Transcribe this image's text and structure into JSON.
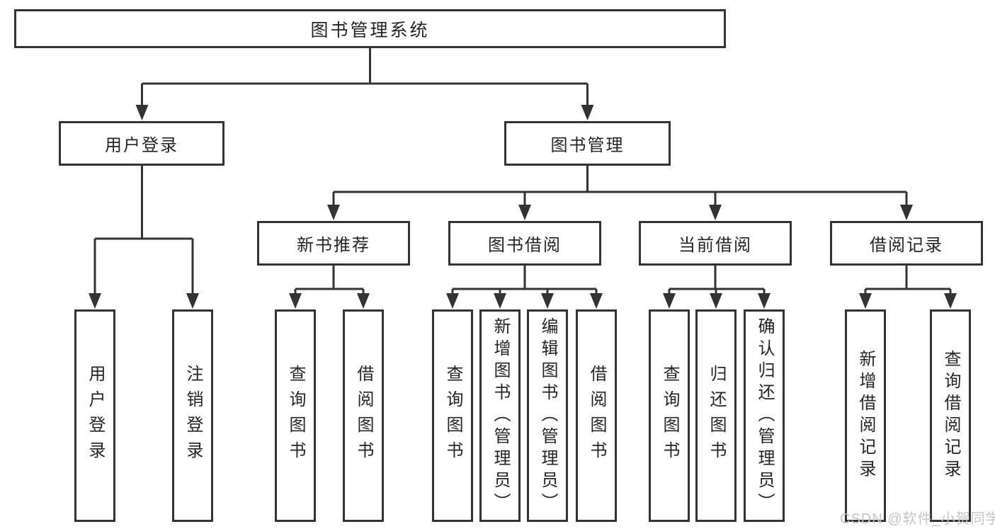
{
  "diagram": {
    "root": {
      "label": "图书管理系统"
    },
    "level2": {
      "user_login": {
        "label": "用户登录"
      },
      "book_mgmt": {
        "label": "图书管理"
      }
    },
    "level3": {
      "new_book_rec": {
        "label": "新书推荐"
      },
      "book_borrow": {
        "label": "图书借阅"
      },
      "current_borrow": {
        "label": "当前借阅"
      },
      "borrow_records": {
        "label": "借阅记录"
      }
    },
    "leaves": {
      "user_login": {
        "label": "用户登录"
      },
      "logout": {
        "label": "注销登录"
      },
      "newbook_query": {
        "label": "查询图书"
      },
      "newbook_borrow": {
        "label": "借阅图书"
      },
      "borrow_query": {
        "label": "查询图书"
      },
      "borrow_add": {
        "label": "新增图书（管理员）"
      },
      "borrow_edit": {
        "label": "编辑图书（管理员）"
      },
      "borrow_borrow": {
        "label": "借阅图书"
      },
      "current_query": {
        "label": "查询图书"
      },
      "current_return": {
        "label": "归还图书"
      },
      "current_confirm": {
        "label": "确认归还（管理员）"
      },
      "records_add": {
        "label": "新增借阅记录"
      },
      "records_query": {
        "label": "查询借阅记录"
      }
    }
  },
  "watermark": {
    "text": "CSDN @软件_小贺同学"
  },
  "colors": {
    "line": "#333333",
    "text": "#252525",
    "watermark": "#c5c5c5",
    "background": "#ffffff"
  }
}
